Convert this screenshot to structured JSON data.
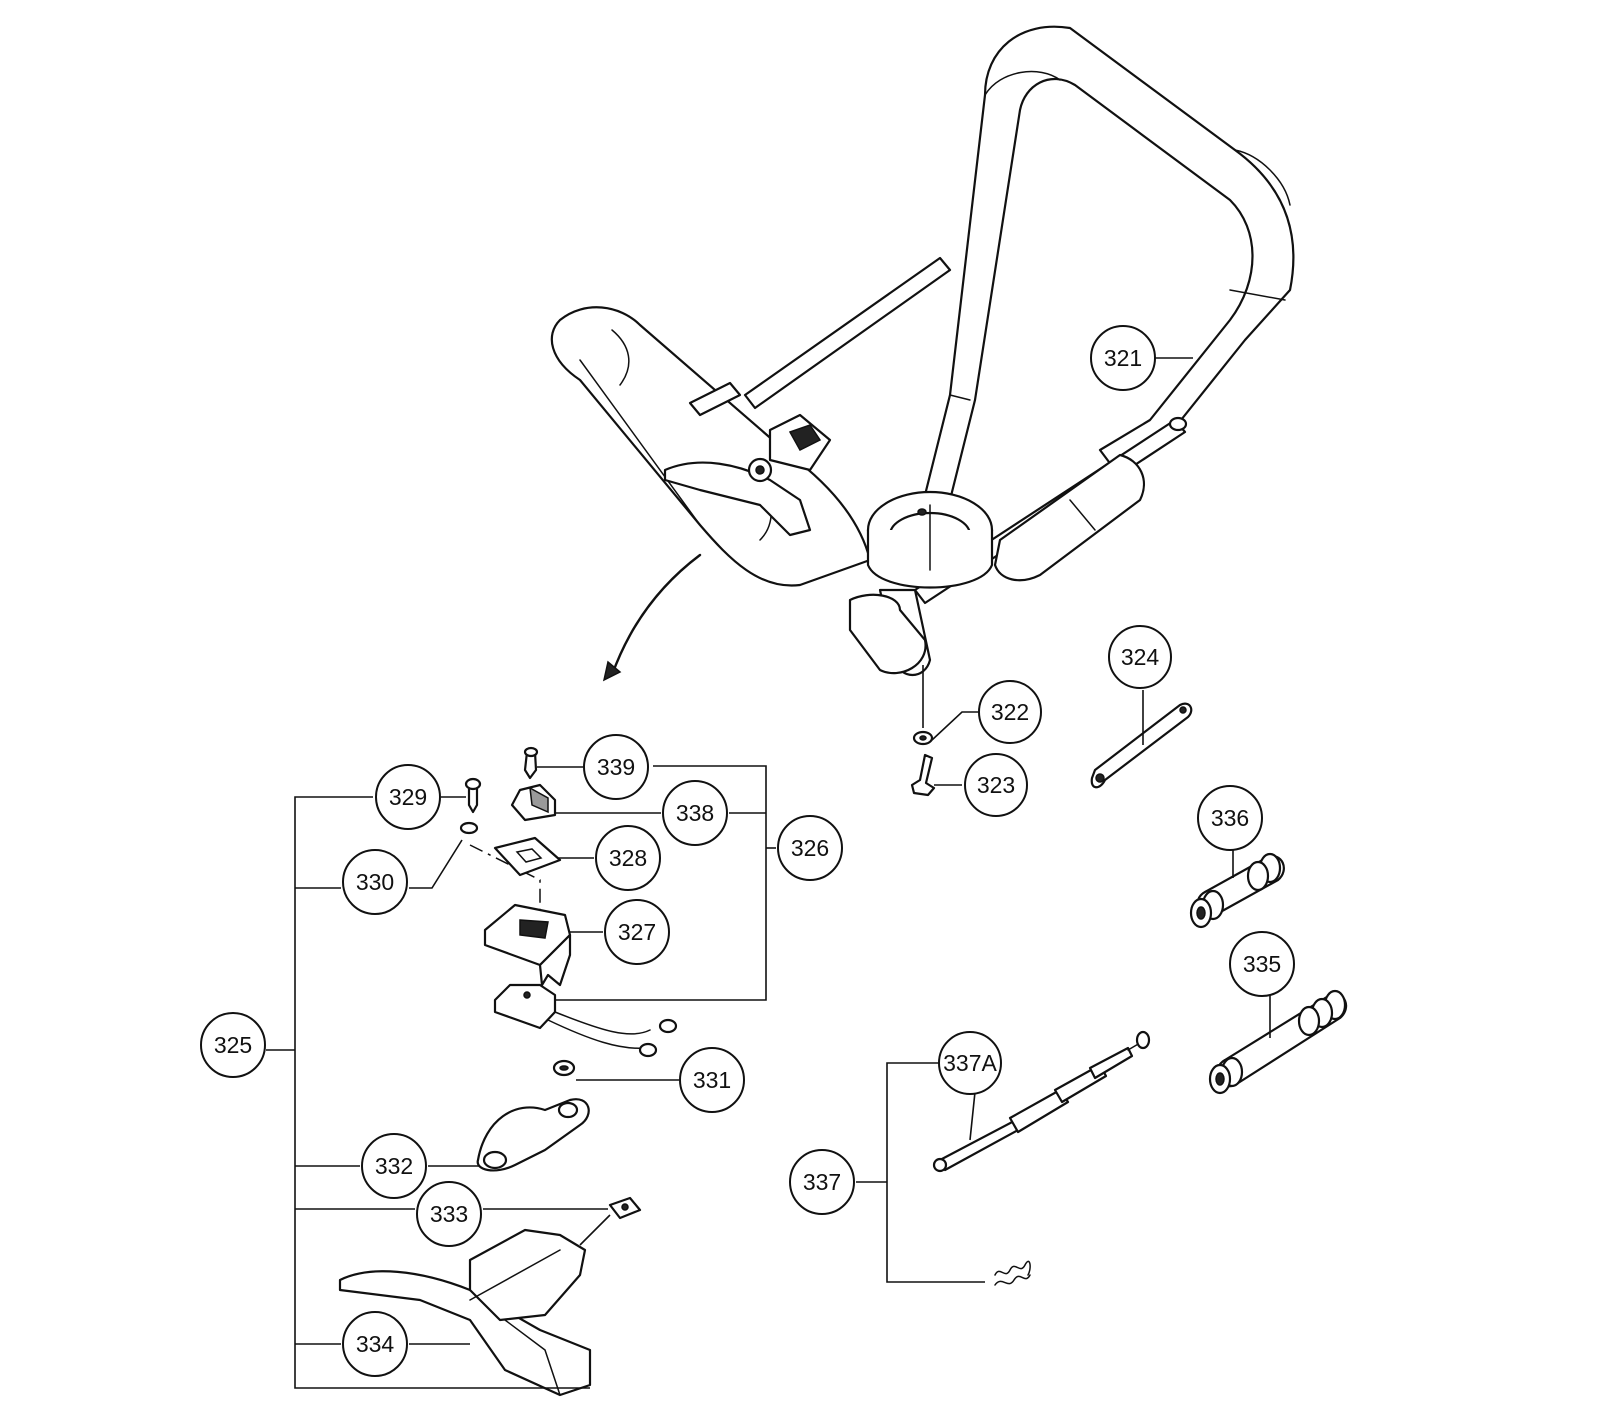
{
  "callouts": {
    "c321": "321",
    "c322": "322",
    "c323": "323",
    "c324": "324",
    "c325": "325",
    "c326": "326",
    "c327": "327",
    "c328": "328",
    "c329": "329",
    "c330": "330",
    "c331": "331",
    "c332": "332",
    "c333": "333",
    "c334": "334",
    "c335": "335",
    "c336": "336",
    "c337": "337",
    "c337a": "337A",
    "c338": "338",
    "c339": "339"
  }
}
